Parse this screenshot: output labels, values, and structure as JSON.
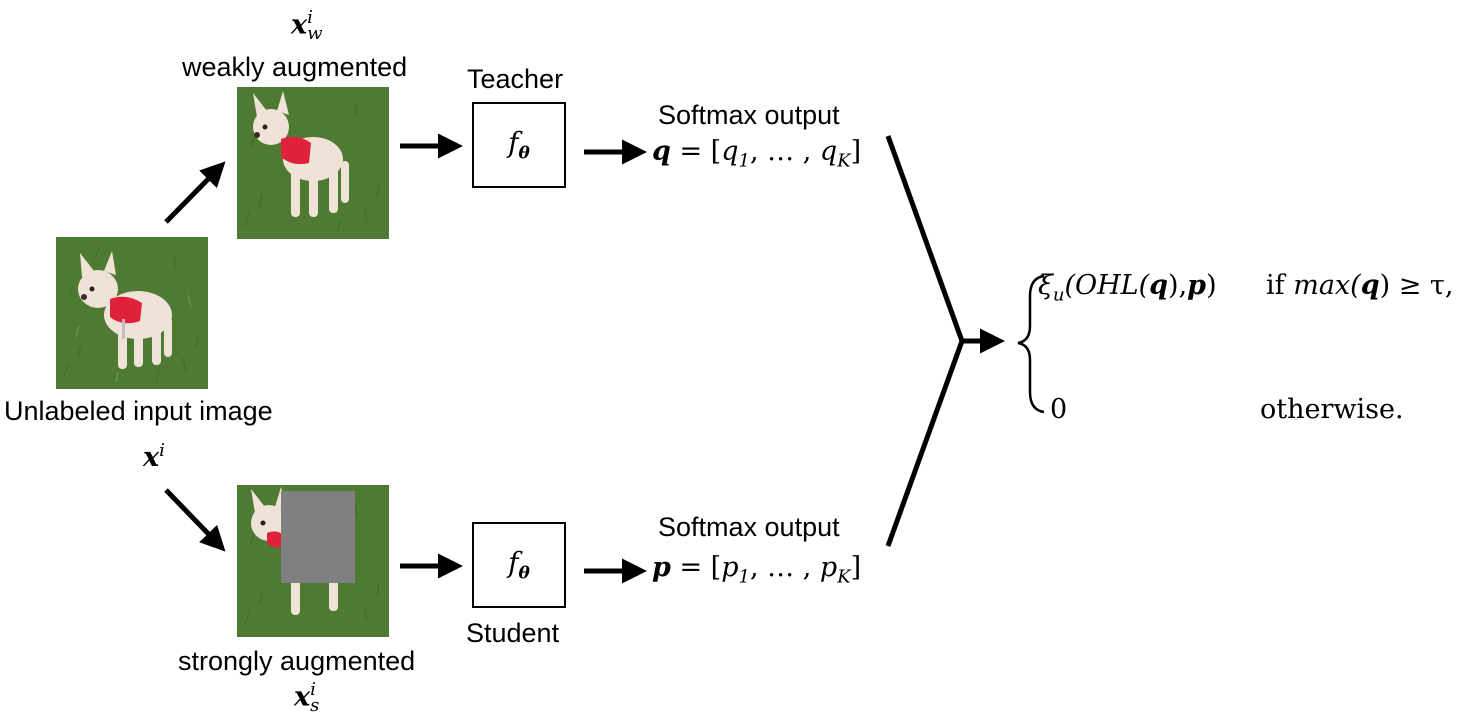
{
  "input": {
    "caption": "Unlabeled input image",
    "symbol_base": "x",
    "symbol_sup": "i"
  },
  "weak": {
    "caption": "weakly augmented",
    "symbol_base": "x",
    "symbol_sup": "i",
    "symbol_sub": "w"
  },
  "strong": {
    "caption": "strongly augmented",
    "symbol_base": "x",
    "symbol_sup": "i",
    "symbol_sub": "s"
  },
  "teacher": {
    "label": "Teacher",
    "fn_base": "f",
    "fn_sub": "θ",
    "output_title": "Softmax output",
    "output_formula": "q = [q₁, … , q_K]",
    "vec": "q",
    "first": "1",
    "last": "K",
    "ellipsis": "… ,"
  },
  "student": {
    "label": "Student",
    "fn_base": "f",
    "fn_sub": "θ",
    "output_title": "Softmax output",
    "vec": "p",
    "first": "1",
    "last": "K",
    "ellipsis": "… ,"
  },
  "result": {
    "case1_fn": "ξ",
    "case1_fn_sub": "u",
    "case1_args_a": "(OHL(",
    "case1_args_q": "q",
    "case1_args_b": "),",
    "case1_args_p": "p",
    "case1_args_c": ")",
    "case1_cond_if": "if",
    "case1_cond_max": "max(",
    "case1_cond_q": "q",
    "case1_cond_rest": ") ≥ τ,",
    "case2_value": "0",
    "case2_cond": "otherwise."
  },
  "colors": {
    "grass": "#4f7a34",
    "dog_body": "#eee3d6",
    "harness": "#e0213a",
    "cutout": "#808080"
  }
}
